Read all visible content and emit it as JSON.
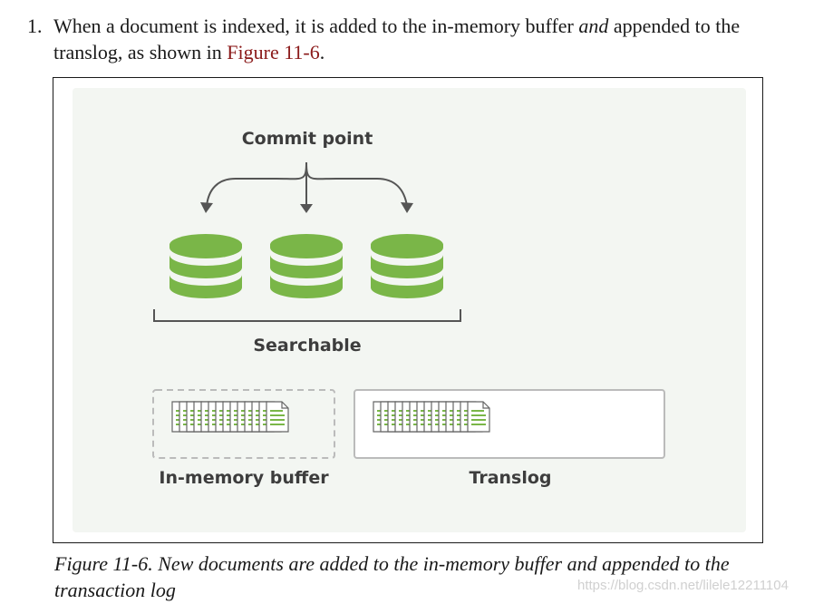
{
  "paragraph": {
    "number": "1.",
    "text_before": "When a document is indexed, it is added to the in-memory buffer ",
    "emphasis": "and",
    "text_middle": " appended to the translog, as shown in ",
    "figure_link": "Figure 11-6",
    "text_after": "."
  },
  "diagram": {
    "commit_point_label": "Commit point",
    "searchable_label": "Searchable",
    "buffer_label": "In-memory buffer",
    "translog_label": "Translog",
    "segment_icon": "database-icon",
    "document_icon": "document-icon",
    "colors": {
      "accent": "#7ab648",
      "panel": "#f3f6f2",
      "stroke": "#555555",
      "dashed_border": "#bbbbbb"
    }
  },
  "caption": "Figure 11-6. New documents are added to the in-memory buffer and appended to the transaction log",
  "watermark": "https://blog.csdn.net/lilele12211104"
}
